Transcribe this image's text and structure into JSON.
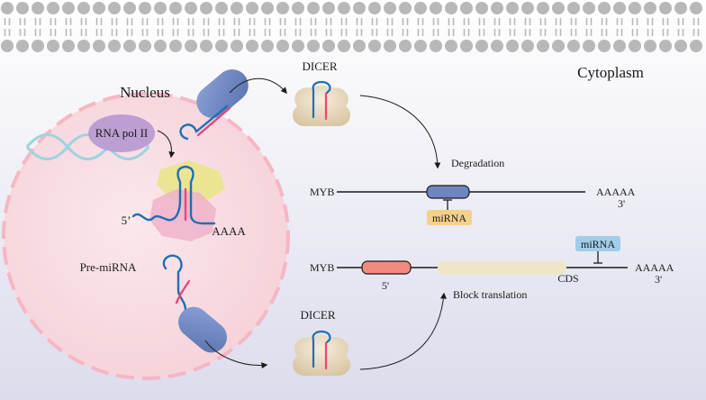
{
  "labels": {
    "cytoplasm": "Cytoplasm",
    "nucleus": "Nucleus",
    "rna_pol": "RNA pol II",
    "five_prime_primary": "5’",
    "poly_a_primary": "AAAA",
    "pre_mirna": "Pre-miRNA",
    "dicer_top": "DICER",
    "dicer_bottom": "DICER",
    "degradation": "Degradation",
    "block_translation": "Block translation",
    "myb_top": "MYB",
    "myb_bottom": "MYB",
    "polya_top": "AAAAA",
    "three_prime_top": "3'",
    "polya_bottom": "AAAAA",
    "three_prime_bottom": "3'",
    "five_prime_bottom": "5'",
    "cds": "CDS",
    "mirna_top": "miRNA",
    "mirna_bottom": "miRNA"
  },
  "colors": {
    "background_top": "#ffffff",
    "background_bottom": "#dcdcec",
    "membrane": "#b8b8b8",
    "nucleus_fill": "#f7d9de",
    "nucleus_border": "#f2a7b8",
    "exportin": "#6d86c2",
    "dicer": "#e8d9bf",
    "blue_strand": "#1f6fb5",
    "red_strand": "#e8477a",
    "dna": "#9fd3e0",
    "pol_ii": "#b99bd1",
    "yellow_protein": "#e9e58a",
    "pink_protein": "#efb3cc",
    "mirna_box": "#f5d08a",
    "mirna_box_blue": "#9fcde8",
    "utr_box": "#f28b7d",
    "cds_box": "#efe6c8",
    "target_box": "#6d86c2",
    "line": "#1a1a1a"
  }
}
